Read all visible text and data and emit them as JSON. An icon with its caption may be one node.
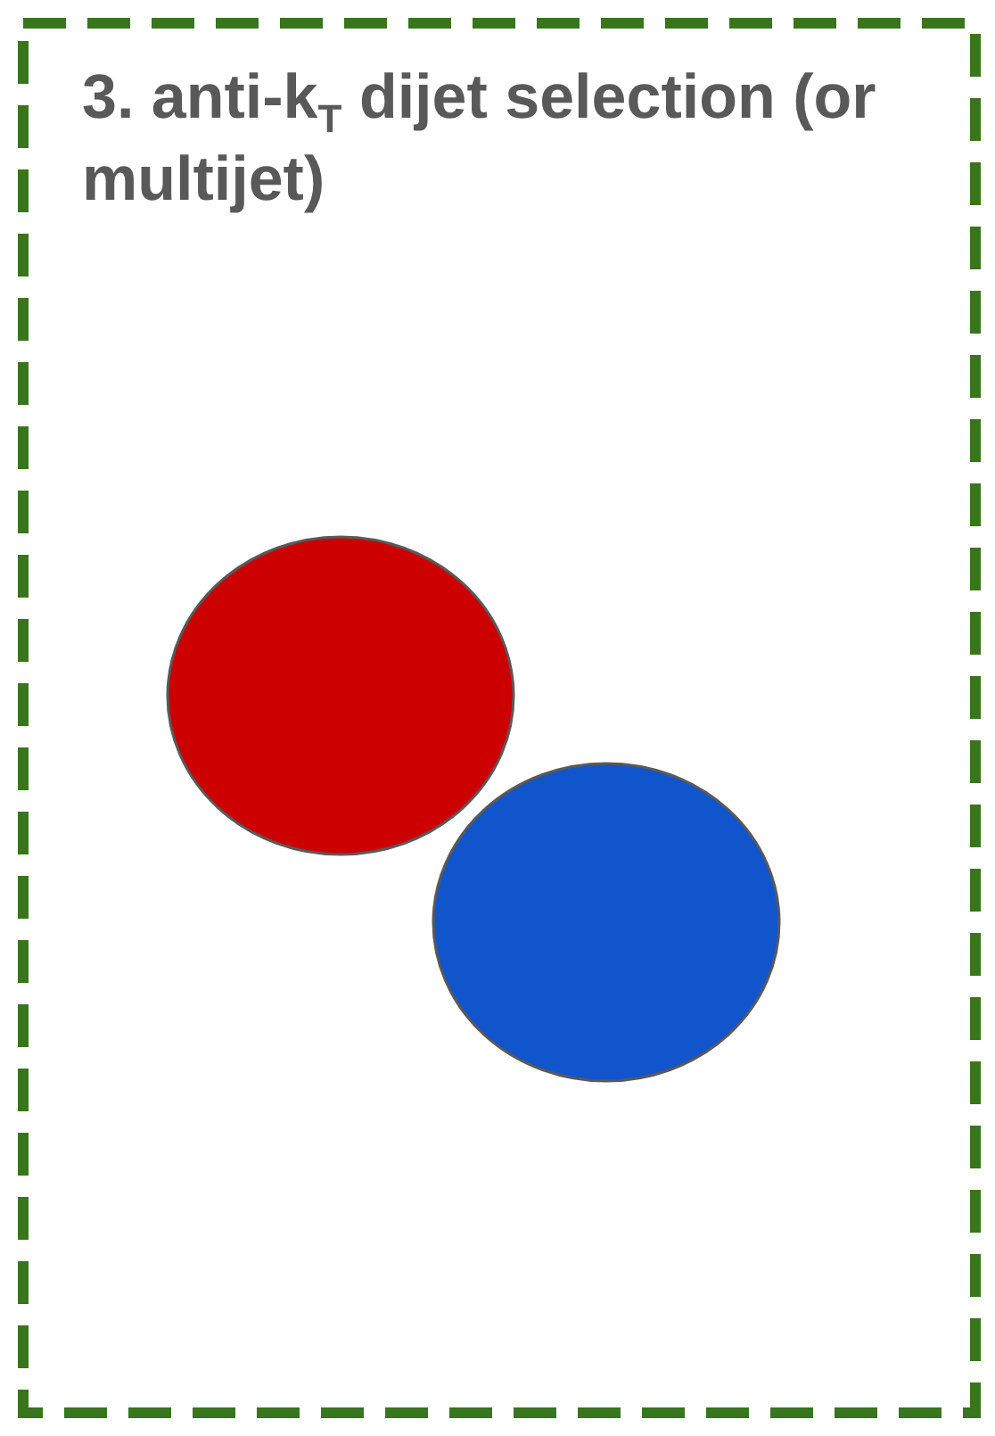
{
  "diagram": {
    "nodes": [
      {
        "text": [
          "3. anti-k$_{T}$ dijet selection (or multijet)"
        ]
      },
      {
        "text": [],
        "shape": "circle",
        "in": 0
      },
      {
        "text": [],
        "shape": "circle",
        "in": 0
      }
    ]
  }
}
